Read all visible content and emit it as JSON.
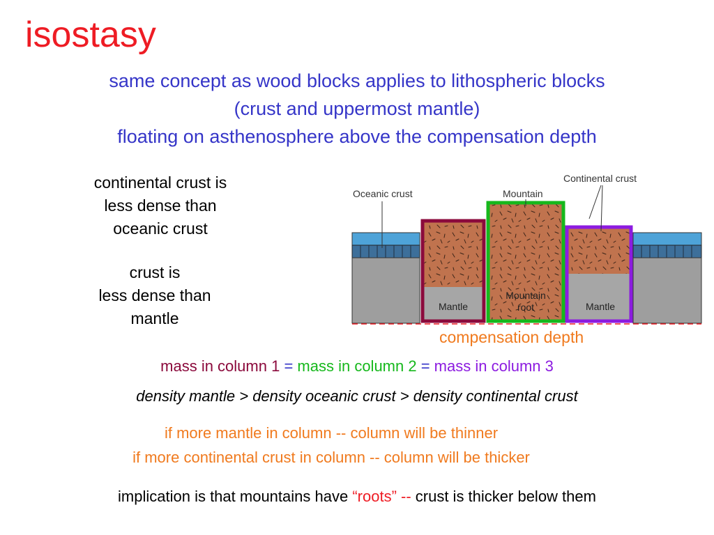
{
  "title": "isostasy",
  "subtitle": {
    "line1": "same concept as wood blocks applies to lithospheric blocks",
    "line2": "(crust and uppermost mantle)",
    "line3": "floating on asthenosphere above the compensation depth"
  },
  "side_notes": {
    "note1": [
      "continental crust is",
      "less dense than",
      "oceanic crust"
    ],
    "note2": [
      "crust is",
      "less dense than",
      "mantle"
    ]
  },
  "diagram": {
    "label_oceanic": "Oceanic crust",
    "label_mountain": "Mountain",
    "label_continental": "Continental crust",
    "label_mantle_1": "Mantle",
    "label_root_1": "Mountain",
    "label_root_2": "root",
    "label_mantle_3": "Mantle"
  },
  "compensation_depth": "compensation depth",
  "equation": {
    "c1": "mass in column 1",
    "eq1": " = ",
    "c2": "mass in column 2",
    "eq2": " = ",
    "c3": "mass in column 3"
  },
  "density_line": "density mantle > density oceanic crust > density continental crust",
  "if_lines": {
    "line1": "if more mantle in column -- column will be thinner",
    "line2": "if more continental crust in column -- column will be thicker"
  },
  "implication": {
    "part1": "implication is that mountains have ",
    "roots": "“roots”",
    "dash": " --",
    "part2": " crust is thicker below them"
  },
  "colors": {
    "title": "#ee1c24",
    "subtitle": "#3535c8",
    "column1": "#8b0a3c",
    "column2": "#16b81c",
    "column3": "#8c1be0",
    "orange": "#f07a1e",
    "crust": "#c0734e",
    "ocean": "#4ea3d8",
    "mantle": "#9e9e9e"
  }
}
